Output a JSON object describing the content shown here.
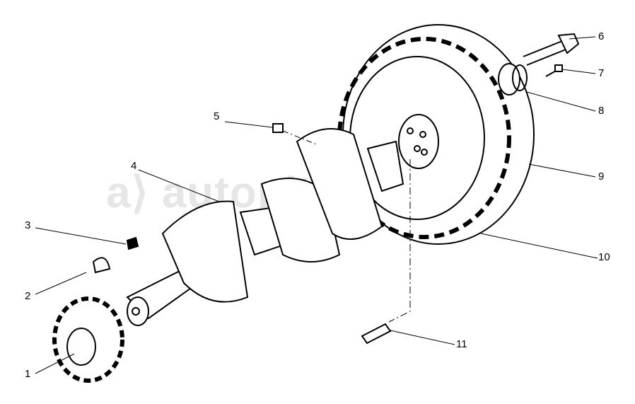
{
  "watermark": "autopiter.ru",
  "callouts": [
    "1",
    "2",
    "3",
    "4",
    "5",
    "6",
    "7",
    "8",
    "9",
    "10",
    "11"
  ],
  "colors": {
    "line": "#000000",
    "watermark": "#e6e6e6"
  }
}
